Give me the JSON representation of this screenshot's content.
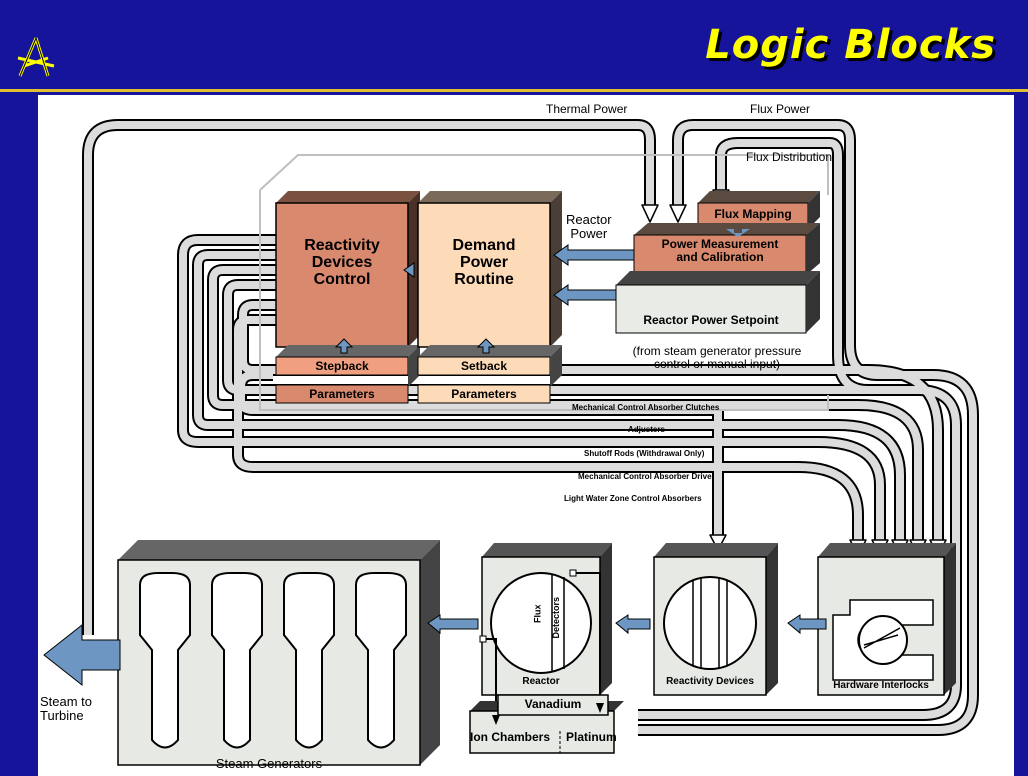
{
  "title": "Logic Blocks",
  "colors": {
    "background": "#16149a",
    "title": "#ffff00",
    "rule": "#e0c030",
    "block_dark": "#d98a6e",
    "block_light": "#fddbb8",
    "arrow_blue": "#6d97c2",
    "pipe": "#d9d9d9"
  },
  "labels": {
    "thermal_power": "Thermal Power",
    "flux_power": "Flux Power",
    "flux_distribution": "Flux Distribution",
    "reactor_power": "Reactor\nPower",
    "flux_mapping": "Flux Mapping",
    "power_measurement": "Power Measurement\nand Calibration",
    "reactor_power_setpoint": "Reactor Power Setpoint",
    "setpoint_note": "(from steam generator pressure\ncontrol or manual input)",
    "reactivity_devices_control": "Reactivity\nDevices\nControl",
    "demand_power_routine": "Demand\nPower\nRoutine",
    "stepback": "Stepback",
    "setback": "Setback",
    "parameters_left": "Parameters",
    "parameters_right": "Parameters",
    "mcac": "Mechanical Control Absorber Clutches",
    "adjusters": "Adjusters",
    "shutoff_rods": "Shutoff Rods (Withdrawal Only)",
    "mcad": "Mechanical Control Absorber Drive",
    "lwzca": "Light Water Zone Control Absorbers",
    "flux": "Flux",
    "detectors": "Detectors",
    "reactor": "Reactor",
    "reactivity_devices": "Reactivity Devices",
    "hardware_interlocks": "Hardware Interlocks",
    "vanadium": "Vanadium",
    "ion_chambers": "Ion Chambers",
    "platinum": "Platinum",
    "steam_generators": "Steam Generators",
    "steam_to_turbine": "Steam to\nTurbine"
  }
}
